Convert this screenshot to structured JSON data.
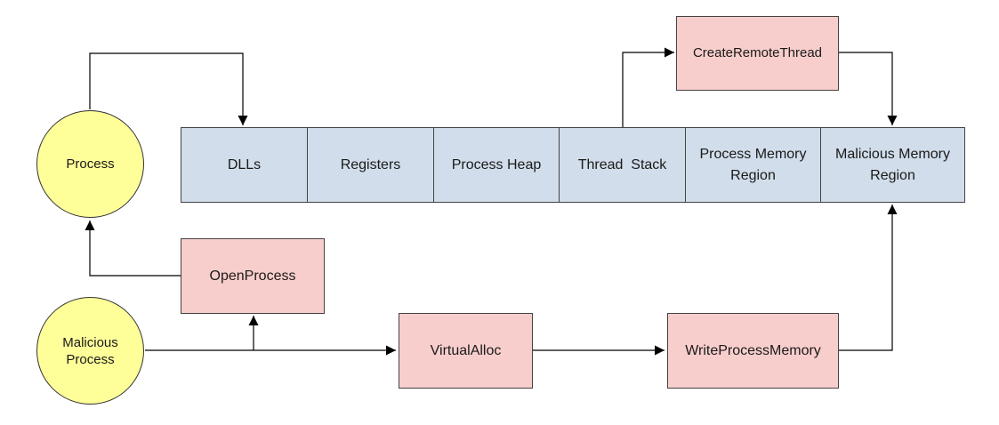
{
  "nodes": {
    "process": "Process",
    "malicious_process": "Malicious\nProcess",
    "open_process": "OpenProcess",
    "virtual_alloc": "VirtualAlloc",
    "write_process_memory": "WriteProcessMemory",
    "create_remote_thread": "CreateRemoteThread"
  },
  "memory_map": {
    "dlls": "DLLs",
    "registers": "Registers",
    "process_heap": "Process Heap",
    "thread_stack": "Thread  Stack",
    "process_memory_region": "Process Memory\nRegion",
    "malicious_memory_region": "Malicious Memory\nRegion"
  },
  "colors": {
    "process_fill": "#ffff99",
    "api_fill": "#f8cecc",
    "memory_fill": "#d1ddea",
    "stroke": "#000000"
  }
}
